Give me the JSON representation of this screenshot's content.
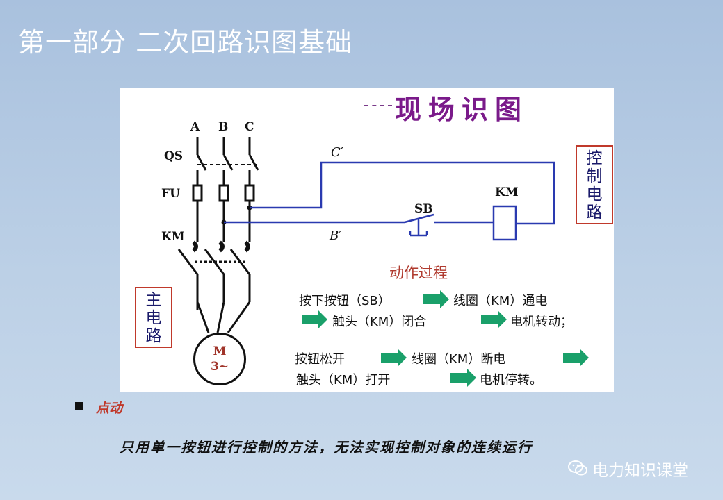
{
  "slide": {
    "title": "第一部分  二次回路识图基础"
  },
  "diagram": {
    "panel_title": "现场识图",
    "phases": [
      "A",
      "B",
      "C"
    ],
    "labels": {
      "qs": "QS",
      "fu": "FU",
      "km": "KM",
      "c_prime": "C′",
      "b_prime": "B′",
      "sb": "SB",
      "km_coil": "KM"
    },
    "control_box": "控制电路",
    "main_box": "主电路",
    "motor": {
      "line1": "M",
      "line2": "3~"
    },
    "process": {
      "title": "动作过程",
      "line1_a": "按下按钮（SB）",
      "line1_b": "线圈（KM）通电",
      "line2_a": "触头（KM）闭合",
      "line2_b": "电机转动；",
      "line3_a": "按钮松开",
      "line3_b": "线圈（KM）断电",
      "line4_a": "触头（KM）打开",
      "line4_b": "电机停转。"
    },
    "colors": {
      "wire_blue": "#2a3ab0",
      "arrow_green": "#1aa06a",
      "box_red": "#c0392b"
    }
  },
  "bullet": {
    "label": "点动",
    "description": "只用单一按钮进行控制的方法，无法实现控制对象的连续运行"
  },
  "watermark": {
    "icon": "wechat-icon",
    "text": "电力知识课堂"
  }
}
